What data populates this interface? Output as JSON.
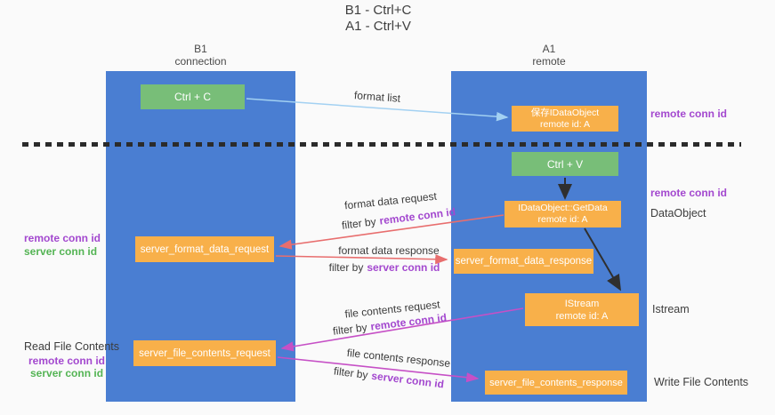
{
  "title": {
    "line1": "B1 - Ctrl+C",
    "line2": "A1 - Ctrl+V"
  },
  "lanes": {
    "left": {
      "name": "B1",
      "role": "connection"
    },
    "right": {
      "name": "A1",
      "role": "remote"
    }
  },
  "nodes": {
    "ctrl_c": {
      "label": "Ctrl + C"
    },
    "ctrl_v": {
      "label": "Ctrl + V"
    },
    "save_dataobject": {
      "line1": "保存IDataObject",
      "line2": "remote id: A"
    },
    "getdata": {
      "line1": "IDataObject::GetData",
      "line2": "remote id: A"
    },
    "istream": {
      "line1": "IStream",
      "line2": "remote id: A"
    },
    "server_format_data_request": {
      "label": "server_format_data_request"
    },
    "server_format_data_response": {
      "label": "server_format_data_response"
    },
    "server_file_contents_request": {
      "label": "server_file_contents_request"
    },
    "server_file_contents_response": {
      "label": "server_file_contents_response"
    }
  },
  "flow_labels": {
    "format_list": "format list",
    "format_data_request": "format data request",
    "format_data_response": "format data response",
    "file_contents_request": "file contents request",
    "file_contents_response": "file contents response",
    "filter_by_prefix": "filter by",
    "remote_conn_id": "remote conn id",
    "server_conn_id": "server conn id"
  },
  "side_labels": {
    "remote_conn_id": "remote conn id",
    "server_conn_id": "server conn id",
    "dataobject": "DataObject",
    "istream": "Istream",
    "read_file_contents": "Read File Contents",
    "write_file_contents": "Write File Contents"
  },
  "colors": {
    "lane_blue": "#4a7ed2",
    "node_green": "#78be78",
    "node_orange": "#f8b04a",
    "arrow_light_blue": "#a3d1f2",
    "arrow_red": "#e86e6e",
    "arrow_magenta": "#c650c6",
    "arrow_black": "#2f2f2f",
    "text_purple": "#a348cf",
    "text_green": "#54b454",
    "text_dark": "#3c3c3c",
    "background": "#fafafa"
  }
}
